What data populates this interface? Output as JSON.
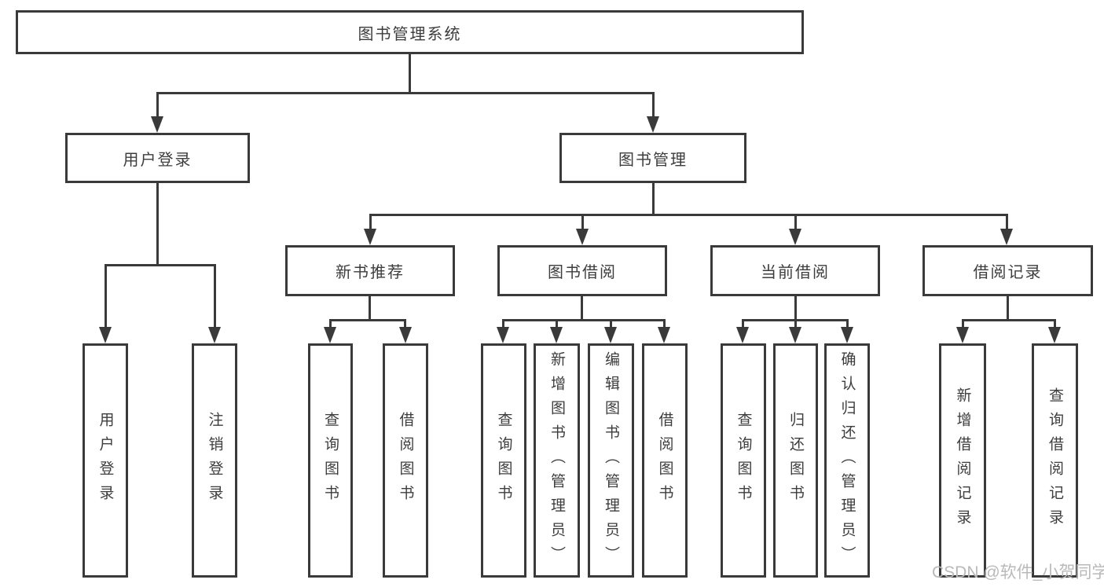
{
  "diagram": {
    "title": "图书管理系统",
    "colors": {
      "line": "#3a3a3a",
      "text": "#3d3d3d",
      "background": "#ffffff",
      "watermark": "#b9b9b9"
    },
    "nodes": {
      "root": {
        "label": "图书管理系统"
      },
      "user_login": {
        "label": "用户登录"
      },
      "book_mgmt": {
        "label": "图书管理"
      },
      "new_book_rec": {
        "label": "新书推荐"
      },
      "book_borrow": {
        "label": "图书借阅"
      },
      "current_borrow": {
        "label": "当前借阅"
      },
      "borrow_records": {
        "label": "借阅记录"
      },
      "leaf_user_login": {
        "label": "用户登录"
      },
      "leaf_logout": {
        "label": "注销登录"
      },
      "leaf_query_book_1": {
        "label": "查询图书"
      },
      "leaf_borrow_book_1": {
        "label": "借阅图书"
      },
      "leaf_query_book_2": {
        "label": "查询图书"
      },
      "leaf_add_book": {
        "label": "新增图书（管理员）"
      },
      "leaf_edit_book": {
        "label": "编辑图书（管理员）"
      },
      "leaf_borrow_book_2": {
        "label": "借阅图书"
      },
      "leaf_query_book_3": {
        "label": "查询图书"
      },
      "leaf_return_book": {
        "label": "归还图书"
      },
      "leaf_confirm_return": {
        "label": "确认归还（管理员）"
      },
      "leaf_add_borrow_record": {
        "label": "新增借阅记录"
      },
      "leaf_query_borrow_record": {
        "label": "查询借阅记录"
      }
    },
    "watermark": "CSDN @软件_小贺同学"
  }
}
